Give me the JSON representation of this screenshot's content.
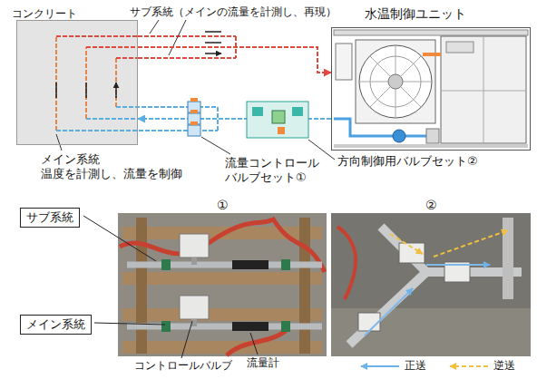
{
  "diagram": {
    "nodes": [
      {
        "text": [
          "コンクリート"
        ]
      },
      {
        "text": [
          "水温制御ユニット"
        ]
      },
      {
        "text": [
          "①"
        ]
      },
      {
        "text": [
          "②"
        ]
      },
      {
        "text": [
          "サブ系統"
        ]
      },
      {
        "text": [
          "メイン系統"
        ]
      }
    ],
    "edges": [
      {
        "from": 0,
        "to": 1,
        "arrow": "to"
      },
      {
        "from": 1,
        "to": 0,
        "arrow": "to"
      }
    ],
    "labels": [
      "サブ系統（メインの流量を計測し、再現）",
      "メイン系統 温度を計測し、流量を制御",
      "流量コントロール バルブセット①",
      "方向制御用バルブセット②",
      "コントロールバルブ",
      "流量計"
    ],
    "legend": [
      {
        "text": "正送"
      },
      {
        "text": "逆送"
      }
    ]
  }
}
